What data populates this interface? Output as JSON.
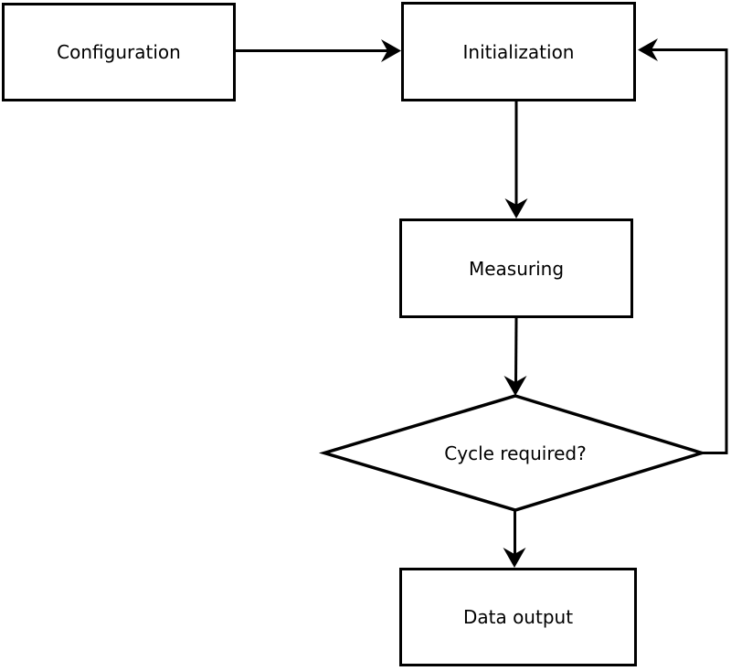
{
  "diagram": {
    "title": "measurement-process-flowchart",
    "colors": {
      "background": "#ffffff",
      "shape_stroke": "#000000",
      "shape_fill": "#ffffff",
      "text": "#000000"
    },
    "nodes": [
      {
        "id": "configuration",
        "shape": "rectangle",
        "label": "Configuration"
      },
      {
        "id": "initialization",
        "shape": "rectangle",
        "label": "Initialization"
      },
      {
        "id": "measuring",
        "shape": "rectangle",
        "label": "Measuring"
      },
      {
        "id": "cycle-required",
        "shape": "diamond",
        "label": "Cycle required?"
      },
      {
        "id": "data-output",
        "shape": "rectangle",
        "label": "Data output"
      }
    ],
    "edges": [
      {
        "from": "configuration",
        "to": "initialization",
        "style": "arrow-right"
      },
      {
        "from": "initialization",
        "to": "measuring",
        "style": "arrow-down"
      },
      {
        "from": "measuring",
        "to": "cycle-required",
        "style": "arrow-down"
      },
      {
        "from": "cycle-required",
        "to": "data-output",
        "style": "arrow-down"
      },
      {
        "from": "cycle-required",
        "to": "initialization",
        "style": "feedback-loop-right"
      }
    ]
  }
}
